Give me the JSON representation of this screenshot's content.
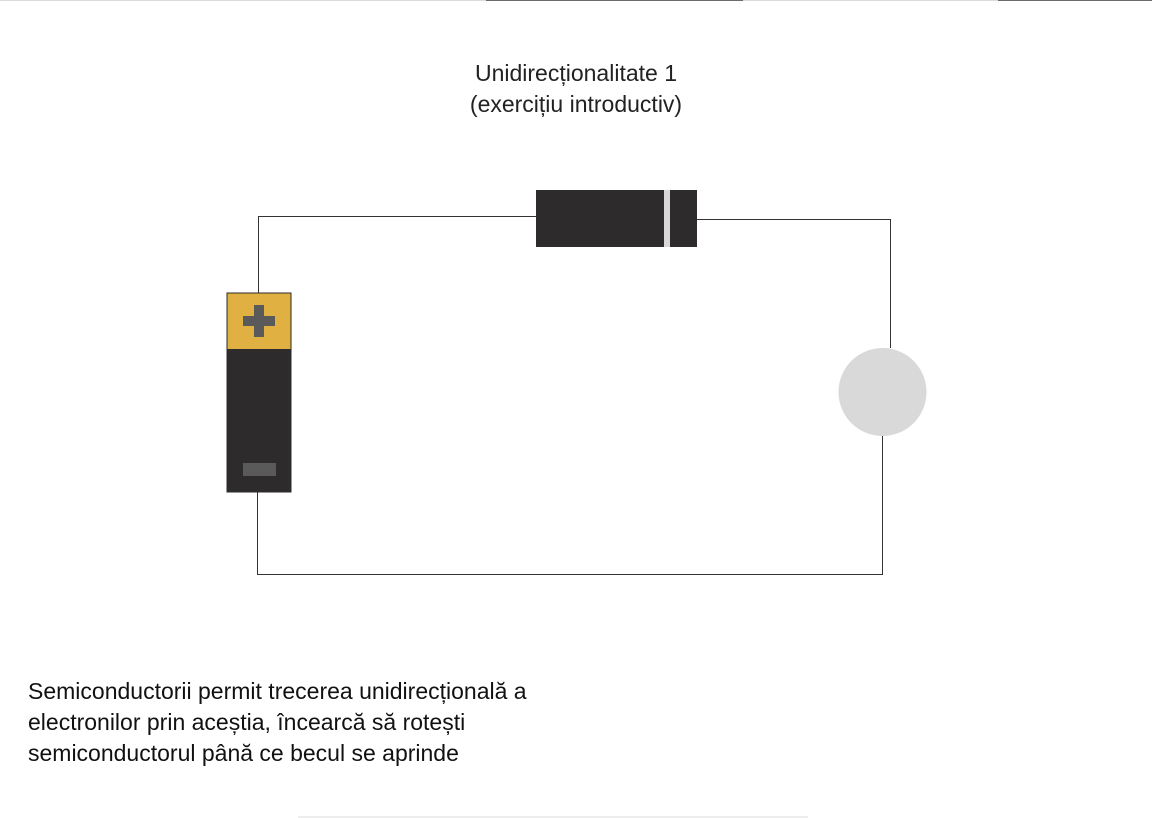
{
  "title": {
    "line1": "Unidirecționalitate 1",
    "line2": "(exercițiu introductiv)"
  },
  "instructions": {
    "line1": "Semiconductorii permit trecerea unidirecțională a",
    "line2": "electronilor prin aceștia, încearcă să rotești",
    "line3": "semiconductorul până ce becul se aprinde"
  },
  "circuit": {
    "bulb_state": "off"
  },
  "colors": {
    "battery_positive": "#e0b043",
    "battery_body": "#2d2b2b",
    "battery_symbol": "#5a5a5a",
    "diode_body": "#2d2b2b",
    "diode_stripe": "#d8d8d8",
    "bulb_off": "#d9d9d9",
    "wire": "#333333"
  }
}
